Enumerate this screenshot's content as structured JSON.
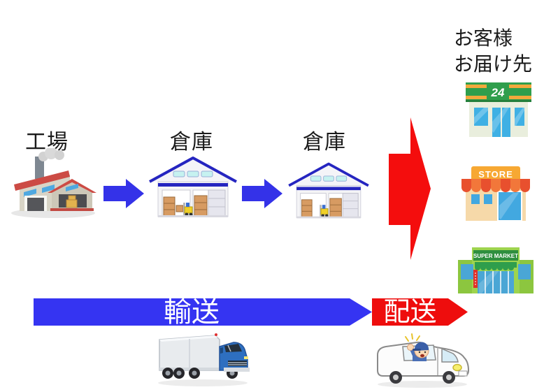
{
  "labels": {
    "factory": "工場",
    "warehouse_1": "倉庫",
    "warehouse_2": "倉庫",
    "destination_line1": "お客様",
    "destination_line2": "お届け先"
  },
  "banners": {
    "transport": {
      "label": "輸送",
      "color": "#3534f2"
    },
    "delivery": {
      "label": "配送",
      "color": "#ee0d0d"
    }
  },
  "icons": {
    "convenience_store_sign": "24",
    "store_sign": "STORE",
    "supermarket_sign": "SUPER MARKET"
  },
  "colors": {
    "flow_arrow_blue": "#3432e8",
    "big_arrow_red": "#f40d0d",
    "banner_text": "#ffffff",
    "label_text": "#1a1a1a"
  }
}
